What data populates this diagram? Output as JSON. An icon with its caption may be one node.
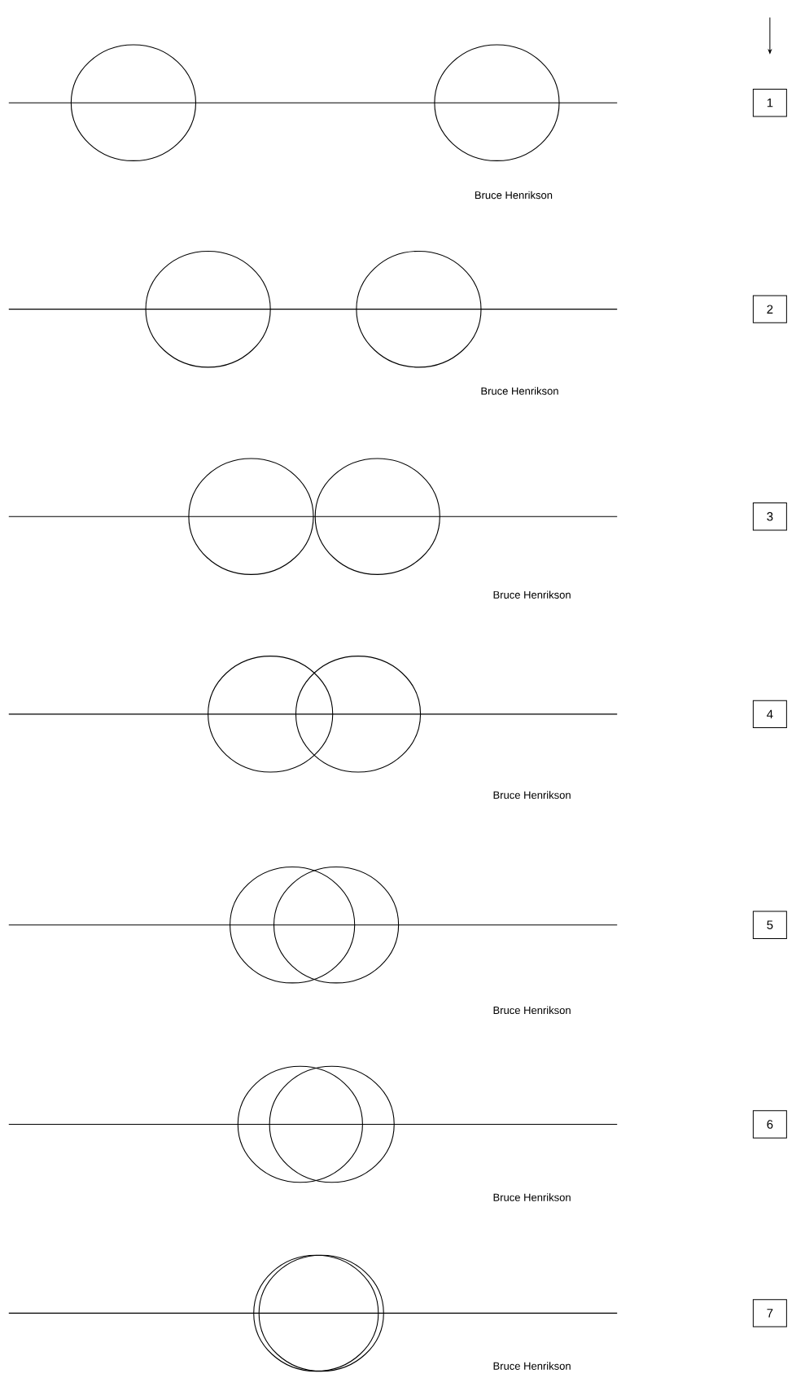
{
  "diagram": {
    "nodes": [
      {
        "text": [],
        "shape": "circle"
      },
      {
        "text": [],
        "shape": "circle"
      },
      {
        "text": [
          "1"
        ]
      },
      {
        "text": [],
        "shape": "circle"
      },
      {
        "text": [],
        "shape": "circle"
      },
      {
        "text": [
          "2"
        ]
      },
      {
        "text": [],
        "shape": "circle"
      },
      {
        "text": [],
        "shape": "circle"
      },
      {
        "text": [
          "3"
        ]
      },
      {
        "text": [],
        "shape": "circle"
      },
      {
        "text": [],
        "shape": "circle"
      },
      {
        "text": [
          "4"
        ]
      },
      {
        "text": [],
        "shape": "circle"
      },
      {
        "text": [],
        "shape": "circle"
      },
      {
        "text": [
          "5"
        ]
      },
      {
        "text": [],
        "shape": "circle"
      },
      {
        "text": [],
        "shape": "circle"
      },
      {
        "text": [
          "6"
        ]
      },
      {
        "text": [],
        "shape": "circle"
      },
      {
        "text": [],
        "shape": "circle"
      },
      {
        "text": [
          "7"
        ]
      }
    ],
    "labels": [
      "Bruce Henrikson",
      "Bruce Henrikson",
      "Bruce Henrikson",
      "Bruce Henrikson",
      "Bruce Henrikson",
      "Bruce Henrikson",
      "Bruce Henrikson"
    ]
  }
}
